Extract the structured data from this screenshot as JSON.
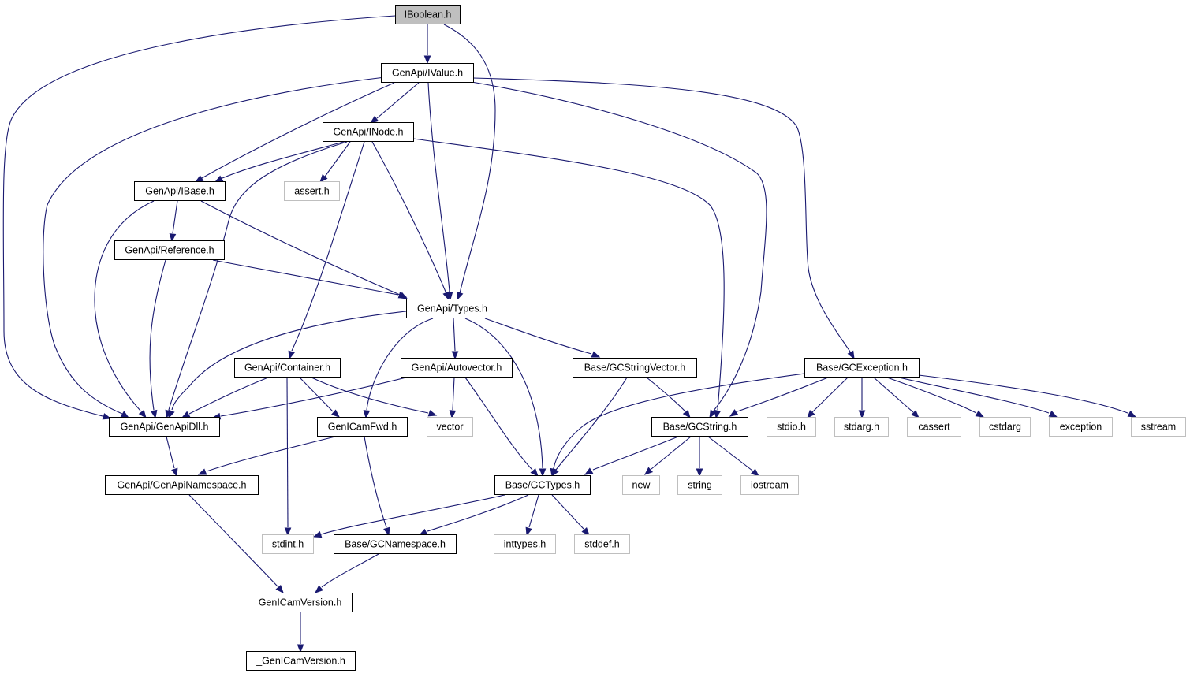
{
  "title": "IBoolean.h",
  "colors": {
    "edge": "#191970",
    "focus_fill": "#bfbfbf",
    "external_border": "#bfbfbf",
    "project_border": "#000000"
  },
  "nodes": {
    "iboolean": "IBoolean.h",
    "ivalue": "GenApi/IValue.h",
    "inode": "GenApi/INode.h",
    "ibase": "GenApi/IBase.h",
    "assert": "assert.h",
    "reference": "GenApi/Reference.h",
    "types": "GenApi/Types.h",
    "container": "GenApi/Container.h",
    "autovector": "GenApi/Autovector.h",
    "gcstringvector": "Base/GCStringVector.h",
    "gcexception": "Base/GCException.h",
    "genapidll": "GenApi/GenApiDll.h",
    "genicamfwd": "GenICamFwd.h",
    "vector": "vector",
    "gcstring": "Base/GCString.h",
    "stdio": "stdio.h",
    "stdarg": "stdarg.h",
    "cassert": "cassert",
    "cstdarg": "cstdarg",
    "exception": "exception",
    "sstream": "sstream",
    "genapinamespace": "GenApi/GenApiNamespace.h",
    "gctypes": "Base/GCTypes.h",
    "new": "new",
    "string": "string",
    "iostream": "iostream",
    "stdint": "stdint.h",
    "gcnamespace": "Base/GCNamespace.h",
    "inttypes": "inttypes.h",
    "stddef": "stddef.h",
    "genicamversion": "GenICamVersion.h",
    "_genicamversion": "_GenICamVersion.h"
  },
  "edges": [
    [
      "iboolean",
      "ivalue"
    ],
    [
      "iboolean",
      "types"
    ],
    [
      "iboolean",
      "genapidll"
    ],
    [
      "ivalue",
      "inode"
    ],
    [
      "ivalue",
      "ibase"
    ],
    [
      "ivalue",
      "types"
    ],
    [
      "ivalue",
      "genapidll"
    ],
    [
      "ivalue",
      "gcstring"
    ],
    [
      "ivalue",
      "gcexception"
    ],
    [
      "inode",
      "ibase"
    ],
    [
      "inode",
      "assert"
    ],
    [
      "inode",
      "types"
    ],
    [
      "inode",
      "container"
    ],
    [
      "inode",
      "genapidll"
    ],
    [
      "inode",
      "gcstring"
    ],
    [
      "ibase",
      "reference"
    ],
    [
      "ibase",
      "types"
    ],
    [
      "ibase",
      "genapidll"
    ],
    [
      "reference",
      "types"
    ],
    [
      "reference",
      "genapidll"
    ],
    [
      "types",
      "genapidll"
    ],
    [
      "types",
      "genicamfwd"
    ],
    [
      "types",
      "autovector"
    ],
    [
      "types",
      "gcstringvector"
    ],
    [
      "types",
      "gctypes"
    ],
    [
      "container",
      "genapidll"
    ],
    [
      "container",
      "genicamfwd"
    ],
    [
      "container",
      "vector"
    ],
    [
      "container",
      "stdint"
    ],
    [
      "autovector",
      "genapidll"
    ],
    [
      "autovector",
      "vector"
    ],
    [
      "autovector",
      "gctypes"
    ],
    [
      "gcstringvector",
      "gcstring"
    ],
    [
      "gcstringvector",
      "gctypes"
    ],
    [
      "gcexception",
      "gctypes"
    ],
    [
      "gcexception",
      "gcstring"
    ],
    [
      "gcexception",
      "stdio"
    ],
    [
      "gcexception",
      "stdarg"
    ],
    [
      "gcexception",
      "cassert"
    ],
    [
      "gcexception",
      "cstdarg"
    ],
    [
      "gcexception",
      "exception"
    ],
    [
      "gcexception",
      "sstream"
    ],
    [
      "genapidll",
      "genapinamespace"
    ],
    [
      "genicamfwd",
      "genapinamespace"
    ],
    [
      "genicamfwd",
      "gcnamespace"
    ],
    [
      "gcstring",
      "gctypes"
    ],
    [
      "gcstring",
      "new"
    ],
    [
      "gcstring",
      "string"
    ],
    [
      "gcstring",
      "iostream"
    ],
    [
      "genapinamespace",
      "genicamversion"
    ],
    [
      "gctypes",
      "stdint"
    ],
    [
      "gctypes",
      "gcnamespace"
    ],
    [
      "gctypes",
      "inttypes"
    ],
    [
      "gctypes",
      "stddef"
    ],
    [
      "gcnamespace",
      "genicamversion"
    ],
    [
      "genicamversion",
      "_genicamversion"
    ]
  ]
}
